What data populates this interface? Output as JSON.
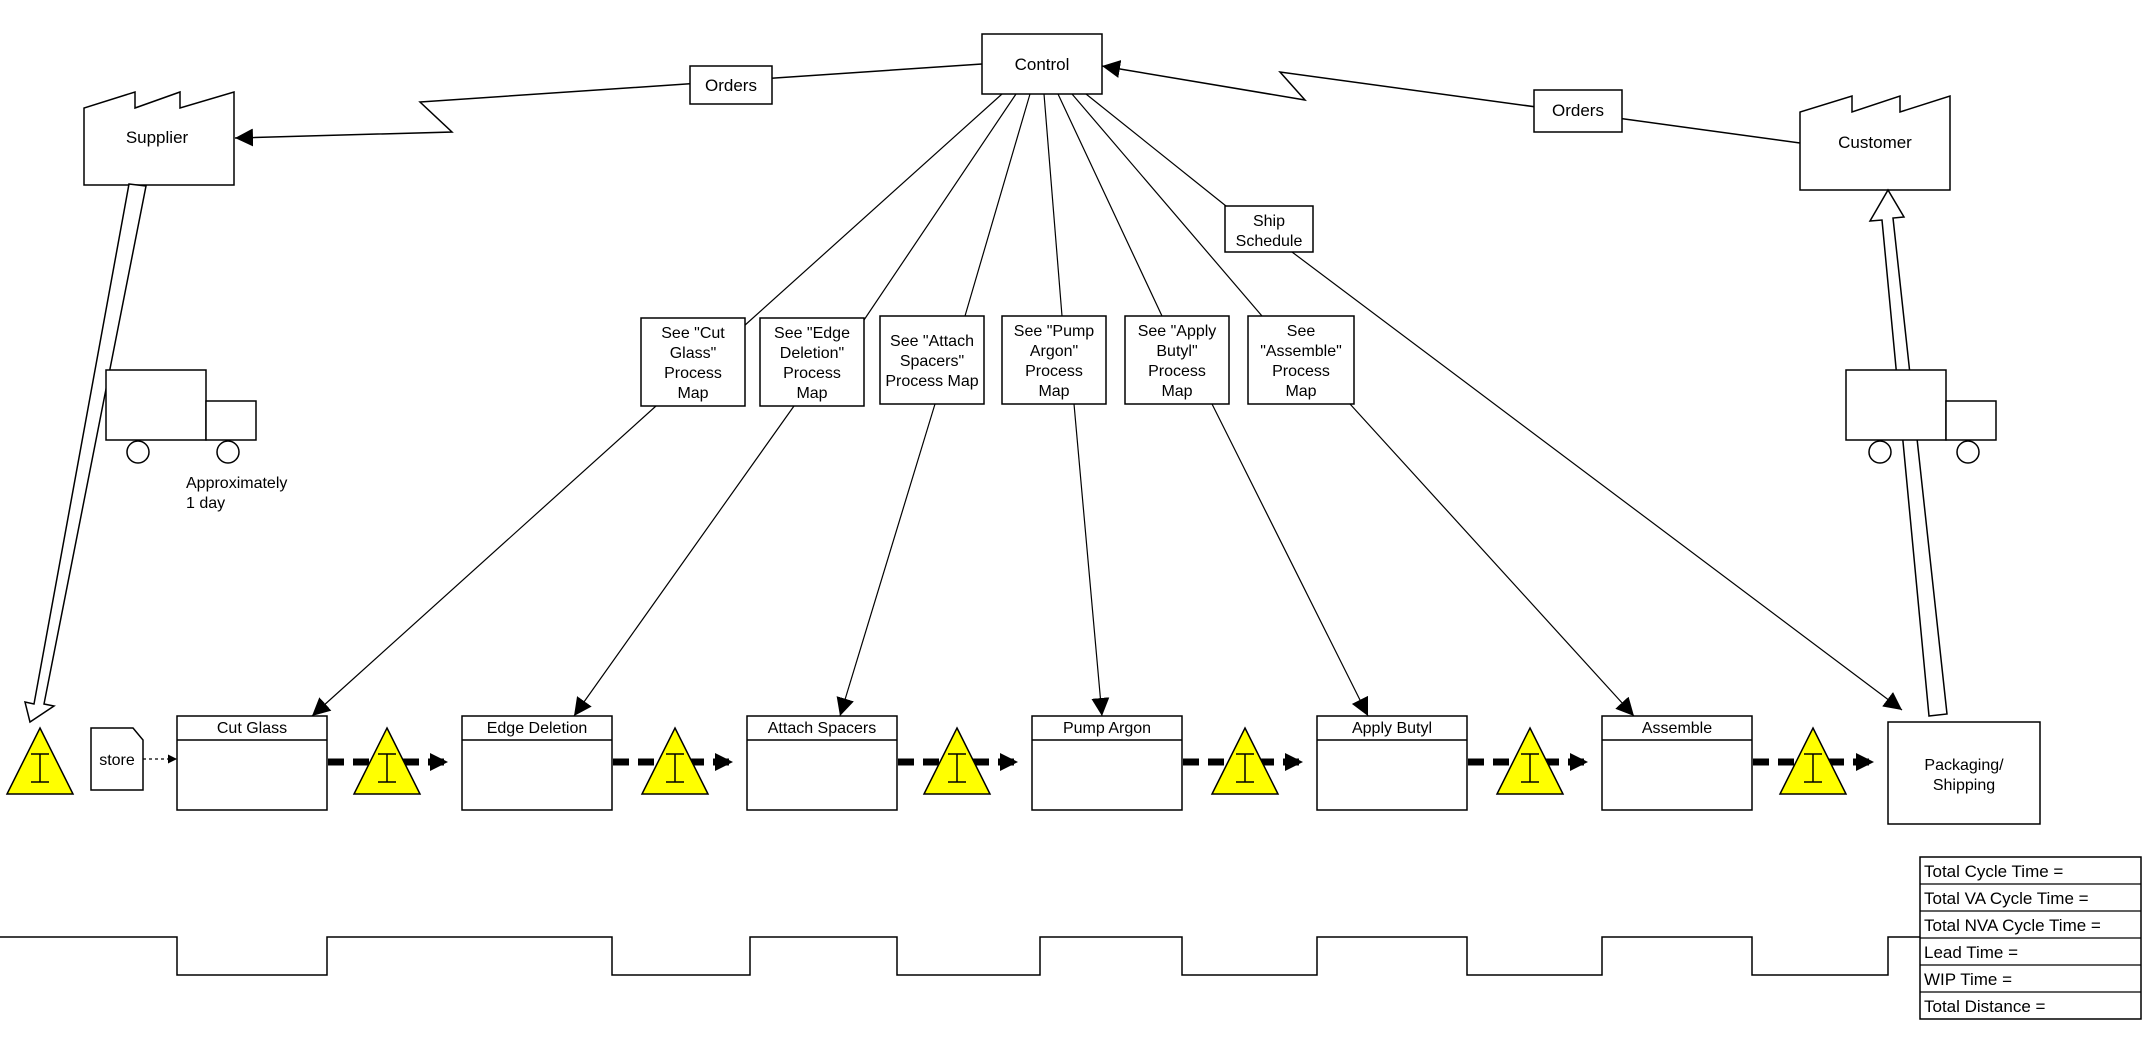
{
  "control": {
    "label": "Control"
  },
  "supplier": {
    "label": "Supplier"
  },
  "customer": {
    "label": "Customer"
  },
  "orders_left": {
    "label": "Orders"
  },
  "orders_right": {
    "label": "Orders"
  },
  "ship_schedule": {
    "lines": [
      "Ship",
      "Schedule"
    ]
  },
  "truck_left": {
    "caption": [
      "Approximately",
      "1 day"
    ]
  },
  "store": {
    "label": "store"
  },
  "process_maps": [
    {
      "lines": [
        "See \"Cut",
        "Glass\"",
        "Process",
        "Map"
      ]
    },
    {
      "lines": [
        "See \"Edge",
        "Deletion\"",
        "Process",
        "Map"
      ]
    },
    {
      "lines": [
        "See \"Attach",
        "Spacers\"",
        "Process Map"
      ]
    },
    {
      "lines": [
        "See \"Pump",
        "Argon\"",
        "Process",
        "Map"
      ]
    },
    {
      "lines": [
        "See \"Apply",
        "Butyl\"",
        "Process",
        "Map"
      ]
    },
    {
      "lines": [
        "See",
        "\"Assemble\"",
        "Process",
        "Map"
      ]
    }
  ],
  "processes": [
    {
      "label": "Cut Glass"
    },
    {
      "label": "Edge Deletion"
    },
    {
      "label": "Attach Spacers"
    },
    {
      "label": "Pump Argon"
    },
    {
      "label": "Apply Butyl"
    },
    {
      "label": "Assemble"
    }
  ],
  "packaging": {
    "lines": [
      "Packaging/",
      "Shipping"
    ]
  },
  "inventory_symbol": {
    "letter": "I",
    "color": "#ffff00"
  },
  "summary": {
    "rows": [
      "Total Cycle Time =",
      "Total VA Cycle Time =",
      "Total NVA Cycle Time =",
      "Lead Time =",
      "WIP Time =",
      "Total Distance ="
    ]
  }
}
